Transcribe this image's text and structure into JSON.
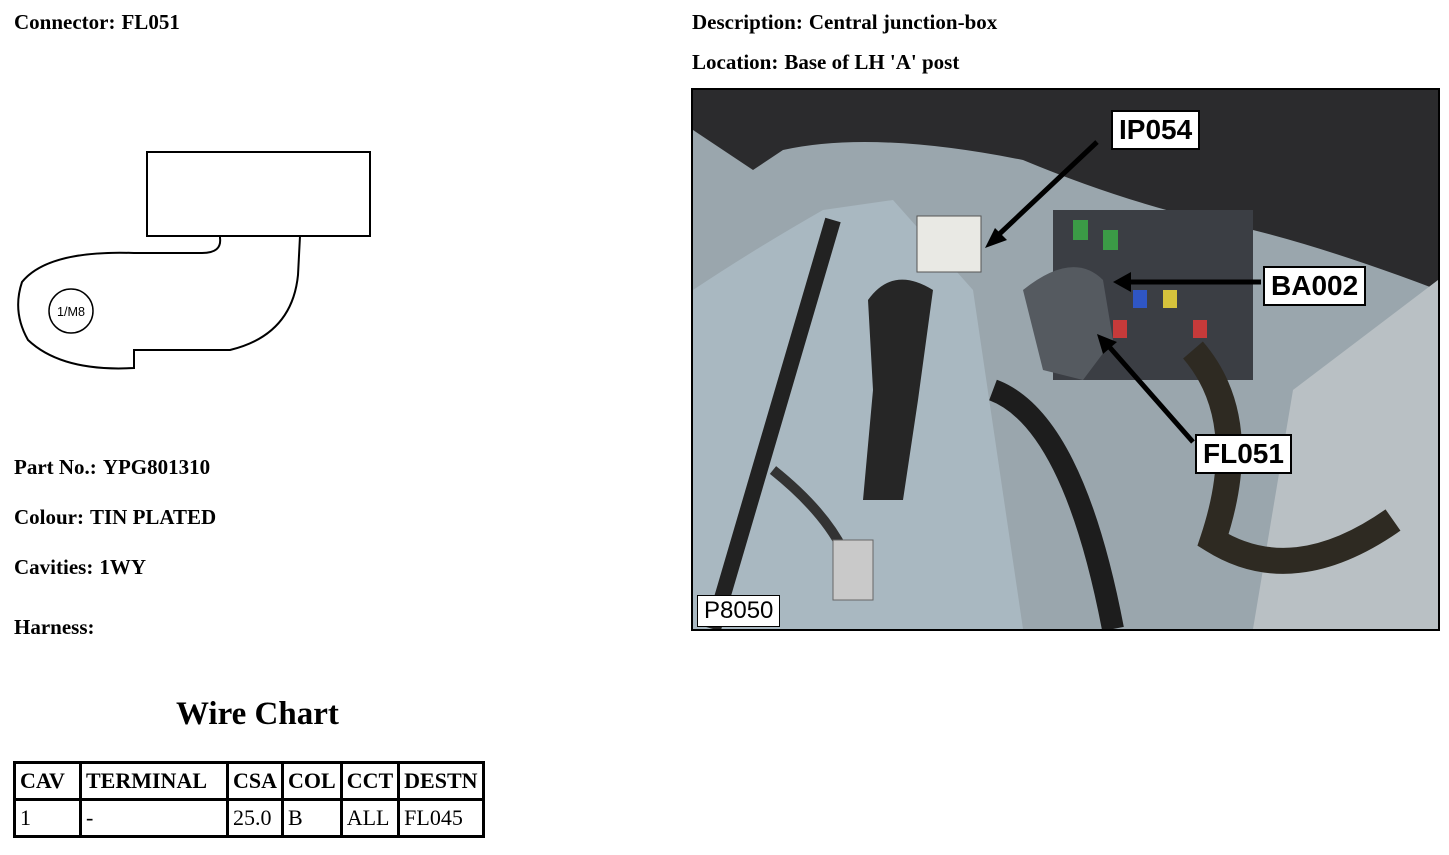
{
  "connector": {
    "label": "Connector:",
    "value": "FL051"
  },
  "description": {
    "label": "Description:",
    "value": "Central junction-box"
  },
  "location": {
    "label": "Location:",
    "value": "Base of LH 'A' post"
  },
  "part_no": {
    "label": "Part No.:",
    "value": "YPG801310"
  },
  "colour": {
    "label": "Colour:",
    "value": "TIN PLATED"
  },
  "cavities": {
    "label": "Cavities:",
    "value": "1WY"
  },
  "harness": {
    "label": "Harness:",
    "value": ""
  },
  "drawing": {
    "cavity_marker": "1/M8"
  },
  "photo": {
    "code": "P8050",
    "callouts": [
      "IP054",
      "BA002",
      "FL051"
    ]
  },
  "wire_chart": {
    "title": "Wire Chart",
    "headers": [
      "CAV",
      "TERMINAL",
      "CSA",
      "COL",
      "CCT",
      "DESTN"
    ],
    "rows": [
      [
        "1",
        "-",
        "25.0",
        "B",
        "ALL",
        "FL045"
      ]
    ]
  }
}
